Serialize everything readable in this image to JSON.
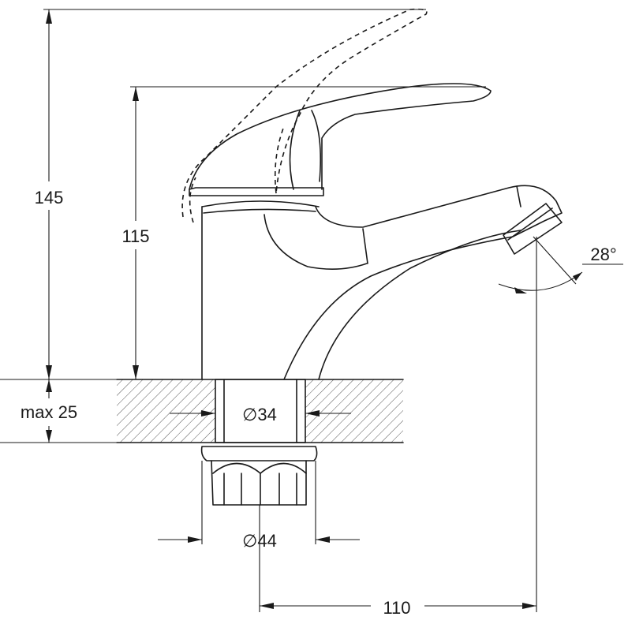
{
  "dimensions": {
    "total_height": "145",
    "body_height": "115",
    "max_counter_thickness": "max 25",
    "hole_diameter": "∅34",
    "nut_diameter": "∅44",
    "spout_reach": "110",
    "spout_angle": "28°"
  },
  "colors": {
    "line": "#1a1a1a",
    "background": "#ffffff",
    "hatch": "#555555"
  }
}
